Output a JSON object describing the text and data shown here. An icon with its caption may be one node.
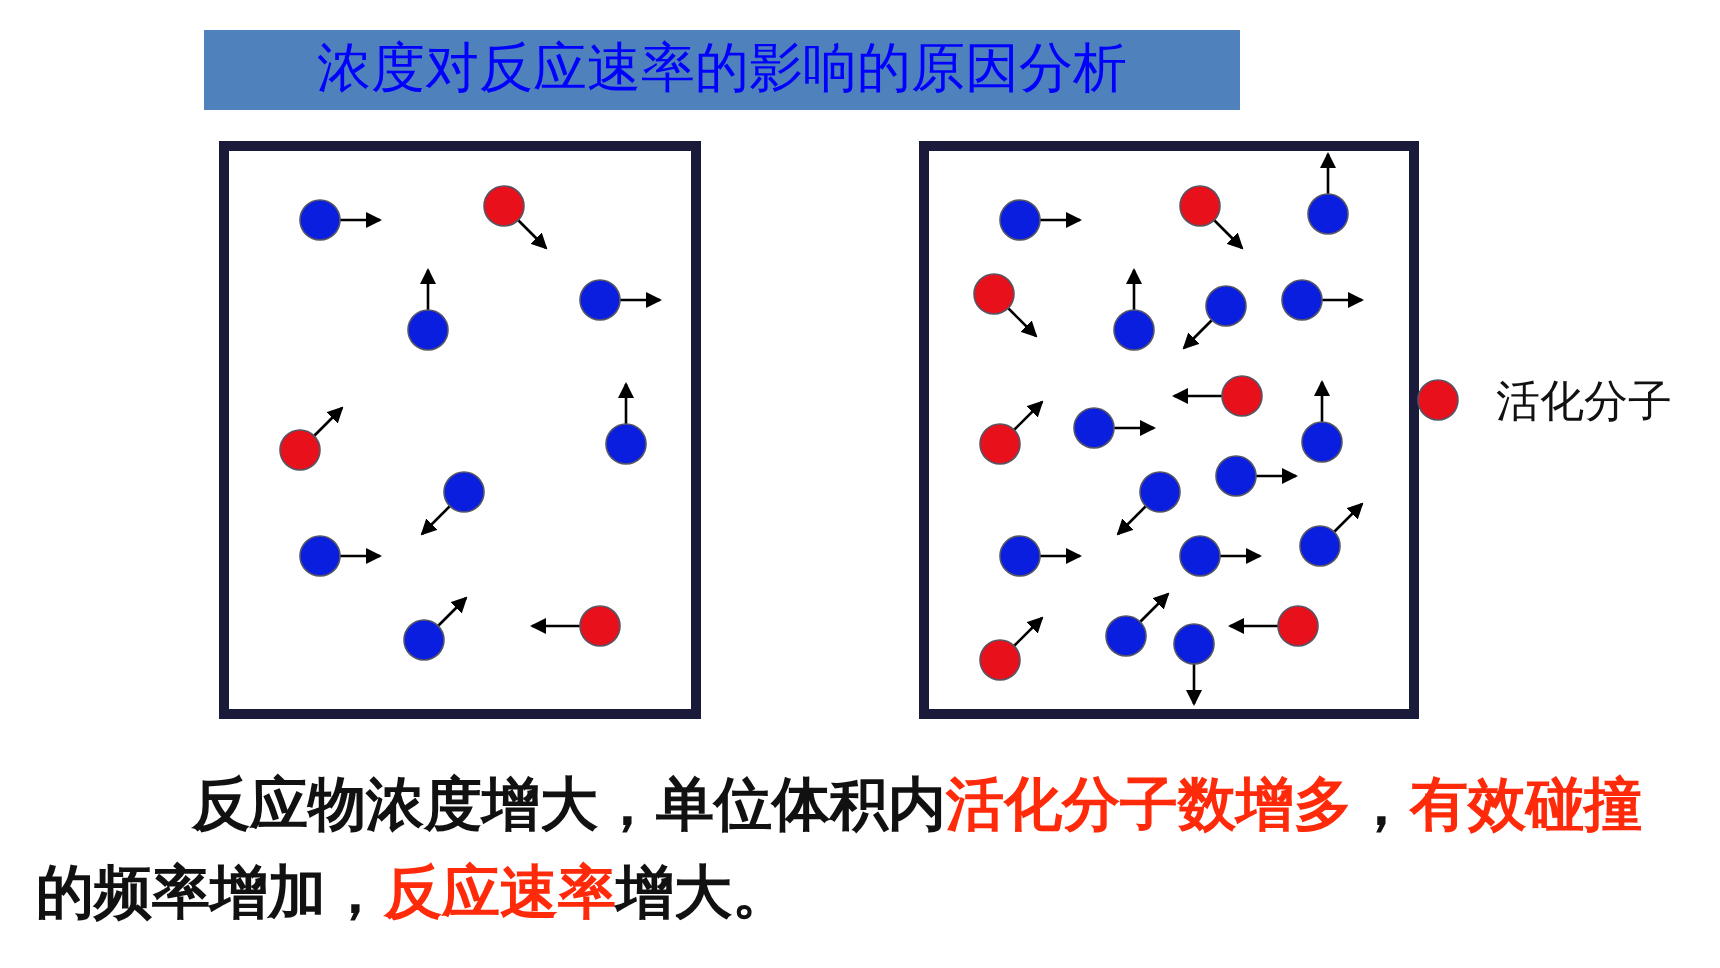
{
  "diagram": {
    "title": "浓度对反应速率的影响的原因分析",
    "labels": [
      "反应物浓度增大，单位体积内**活化分子数增多**，**有效碰撞**的频率增加，**反应速率**增大。"
    ],
    "legend": [
      {
        "text": "活化分子",
        "color": "#e8101a"
      }
    ]
  }
}
